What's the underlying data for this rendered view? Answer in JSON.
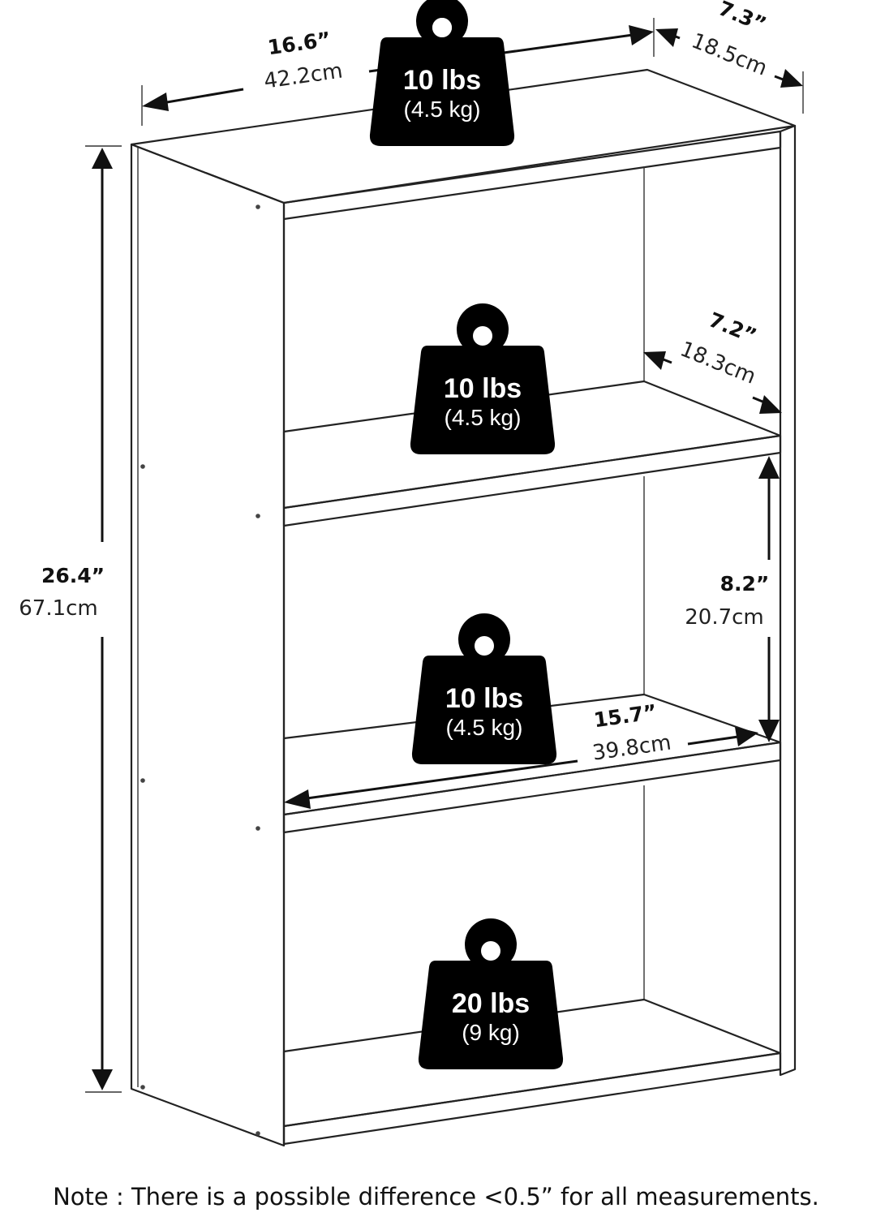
{
  "dimensions": {
    "width": {
      "in": "16.6”",
      "cm": "42.2cm"
    },
    "depth": {
      "in": "7.3”",
      "cm": "18.5cm"
    },
    "height": {
      "in": "26.4”",
      "cm": "67.1cm"
    },
    "inner_depth": {
      "in": "7.2”",
      "cm": "18.3cm"
    },
    "shelf_gap": {
      "in": "8.2”",
      "cm": "20.7cm"
    },
    "inner_width": {
      "in": "15.7”",
      "cm": "39.8cm"
    }
  },
  "weights": {
    "top": {
      "lbs": "10 lbs",
      "kg": "(4.5 kg)"
    },
    "shelf_1": {
      "lbs": "10 lbs",
      "kg": "(4.5 kg)"
    },
    "shelf_2": {
      "lbs": "10 lbs",
      "kg": "(4.5 kg)"
    },
    "bottom": {
      "lbs": "20 lbs",
      "kg": "(9 kg)"
    }
  },
  "note": "Note : There is a possible difference <0.5” for all measurements."
}
